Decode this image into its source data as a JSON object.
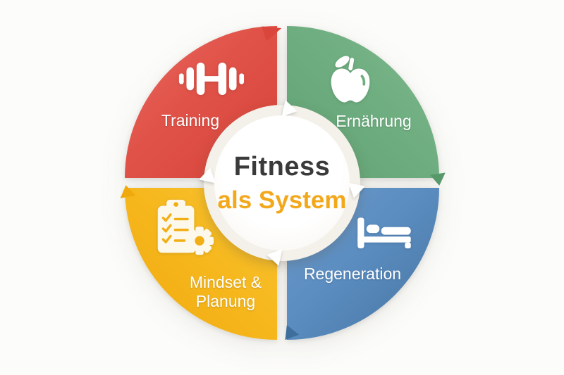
{
  "diagram": {
    "title_line1": "Fitness",
    "title_line2": "als System",
    "title_line1_color": "#3A3A3A",
    "title_line2_color": "#F3A81C",
    "cycle_direction": "clockwise",
    "background_color": "#FCFCFA"
  },
  "segments": [
    {
      "label": "Training",
      "position": "top-left",
      "color": "#E05248",
      "icon": "dumbbell-icon"
    },
    {
      "label": "Ernährung",
      "position": "top-right",
      "color": "#6FAE80",
      "icon": "apple-icon"
    },
    {
      "label": "Regeneration",
      "position": "bottom-right",
      "color": "#5B8DC1",
      "icon": "bed-icon"
    },
    {
      "label": "Mindset & Planung",
      "position": "bottom-left",
      "color": "#F6B81E",
      "icon": "clipboard-gear-icon"
    }
  ]
}
